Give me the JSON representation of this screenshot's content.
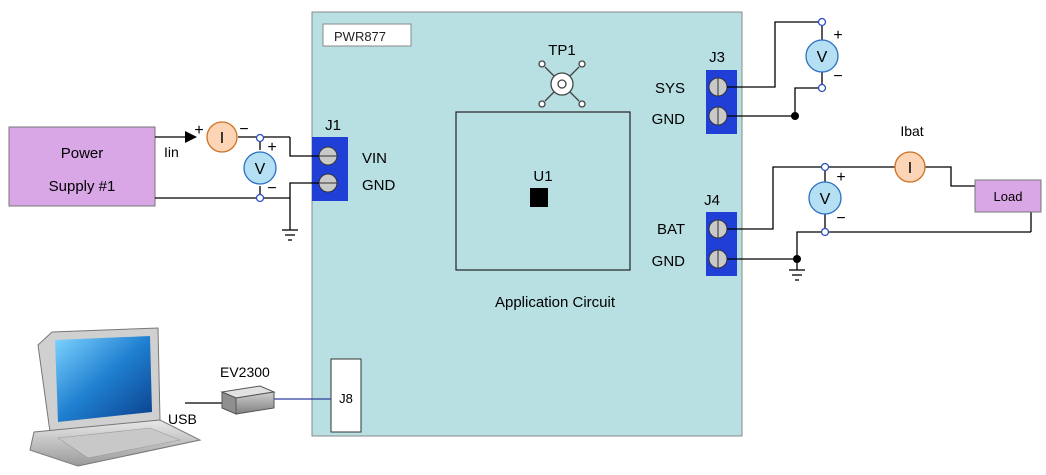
{
  "board": {
    "name": "PWR877",
    "app_label": "Application Circuit",
    "ic_label": "U1",
    "testpoint_label": "TP1"
  },
  "connectors": {
    "j1": {
      "name": "J1",
      "pin1": "VIN",
      "pin2": "GND"
    },
    "j3": {
      "name": "J3",
      "pin1": "SYS",
      "pin2": "GND"
    },
    "j4": {
      "name": "J4",
      "pin1": "BAT",
      "pin2": "GND"
    },
    "j8": {
      "name": "J8"
    }
  },
  "power_supply": {
    "line1": "Power",
    "line2": "Supply #1"
  },
  "meters": {
    "ammeter": "I",
    "voltmeter": "V",
    "plus": "+",
    "minus": "−"
  },
  "labels": {
    "iin": "Iin",
    "ibat": "Ibat",
    "load": "Load",
    "ev2300": "EV2300",
    "usb": "USB"
  },
  "colors": {
    "board_fill": "#b8dfe2",
    "connector_blue": "#1f3fd6",
    "power_supply_fill": "#d9a6e6",
    "load_fill": "#d9a6e6",
    "ammeter_fill": "#fbd5b5",
    "voltmeter_fill": "#b5dff2",
    "meter_border": "#d07020",
    "voltmeter_border": "#2a70c0"
  }
}
